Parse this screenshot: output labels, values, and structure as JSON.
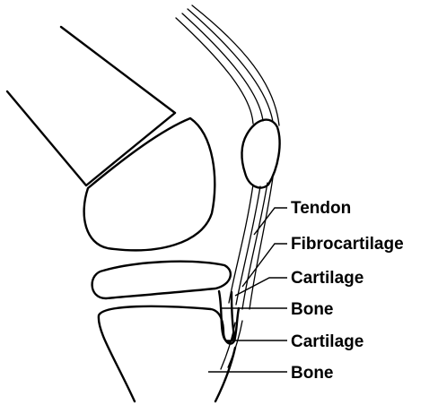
{
  "labels": {
    "tendon": "Tendon",
    "fibrocartilage": "Fibrocartilage",
    "cartilage_upper": "Cartilage",
    "bone_upper": "Bone",
    "cartilage_lower": "Cartilage",
    "bone_lower": "Bone"
  }
}
